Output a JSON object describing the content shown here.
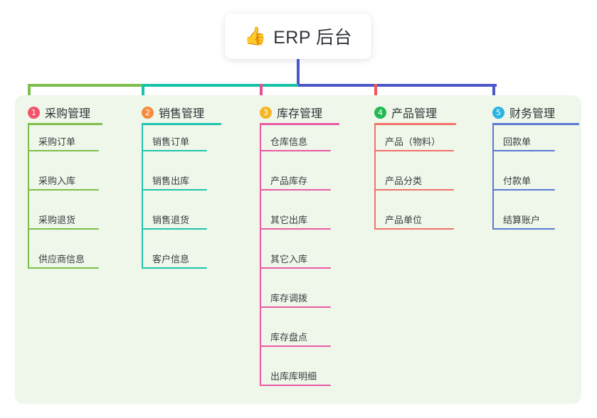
{
  "title": {
    "emoji": "👍",
    "emoji_name": "thumbs-up-icon",
    "text": "ERP 后台"
  },
  "theme": {
    "panel_bg": "#eef7e9",
    "page_bg": "#ffffff",
    "text": "#2f3238",
    "stem": "#4a57c8",
    "bar_left": "#7dbf4a",
    "bar_mid": "#17c3a8",
    "bar_right": "#4a57c8"
  },
  "columns": [
    {
      "index": "1",
      "title": "采购管理",
      "badge_color": "#f2546b",
      "line_color": "#7dbf4a",
      "drop_color": "#7dbf4a",
      "items": [
        "采购订单",
        "采购入库",
        "采购退货",
        "供应商信息"
      ]
    },
    {
      "index": "2",
      "title": "销售管理",
      "badge_color": "#f58b3c",
      "line_color": "#21c3ae",
      "drop_color": "#17c3a8",
      "items": [
        "销售订单",
        "销售出库",
        "销售退货",
        "客户信息"
      ]
    },
    {
      "index": "3",
      "title": "库存管理",
      "badge_color": "#f5b625",
      "line_color": "#ea5ba4",
      "drop_color": "#ea4b93",
      "items": [
        "仓库信息",
        "产品库存",
        "其它出库",
        "其它入库",
        "库存调拨",
        "库存盘点",
        "出库库明细"
      ]
    },
    {
      "index": "4",
      "title": "产品管理",
      "badge_color": "#21ba52",
      "line_color": "#f2726b",
      "drop_color": "#f2565c",
      "items": [
        "产品（物料）",
        "产品分类",
        "产品单位"
      ]
    },
    {
      "index": "5",
      "title": "财务管理",
      "badge_color": "#2bb3e3",
      "line_color": "#5b79d6",
      "drop_color": "#4a57c8",
      "items": [
        "回款单",
        "付款单",
        "结算账户"
      ]
    }
  ]
}
